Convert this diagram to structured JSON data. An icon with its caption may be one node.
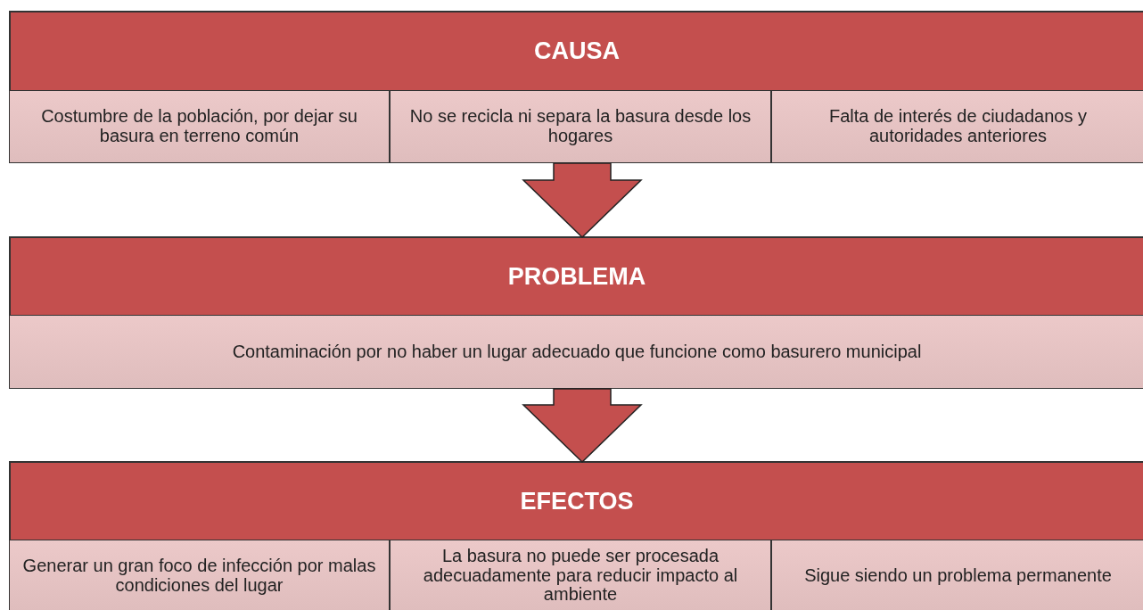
{
  "diagram": {
    "nodes": [
      {
        "text": [
          "CAUSA"
        ]
      },
      {
        "text": [
          "Costumbre de la población, por dejar su basura en terreno común"
        ],
        "in": 0
      },
      {
        "text": [
          "No se recicla ni separa la basura desde los hogares"
        ],
        "in": 0
      },
      {
        "text": [
          "Falta de interés de ciudadanos y autoridades anteriores"
        ],
        "in": 0
      },
      {
        "text": [
          "PROBLEMA"
        ]
      },
      {
        "text": [
          "Contaminación por no haber un lugar adecuado que funcione como basurero municipal"
        ],
        "in": 4
      },
      {
        "text": [
          "EFECTOS"
        ]
      },
      {
        "text": [
          "Generar un gran foco de infección por malas condiciones del lugar"
        ],
        "in": 6
      },
      {
        "text": [
          "La basura no puede ser procesada adecuadamente para reducir impacto al ambiente"
        ],
        "in": 6
      },
      {
        "text": [
          "Sigue siendo un problema permanente"
        ],
        "in": 6
      }
    ],
    "edges": [
      {
        "from": 0,
        "to": 4,
        "arrow": "to"
      },
      {
        "from": 4,
        "to": 6,
        "arrow": "to"
      }
    ]
  }
}
